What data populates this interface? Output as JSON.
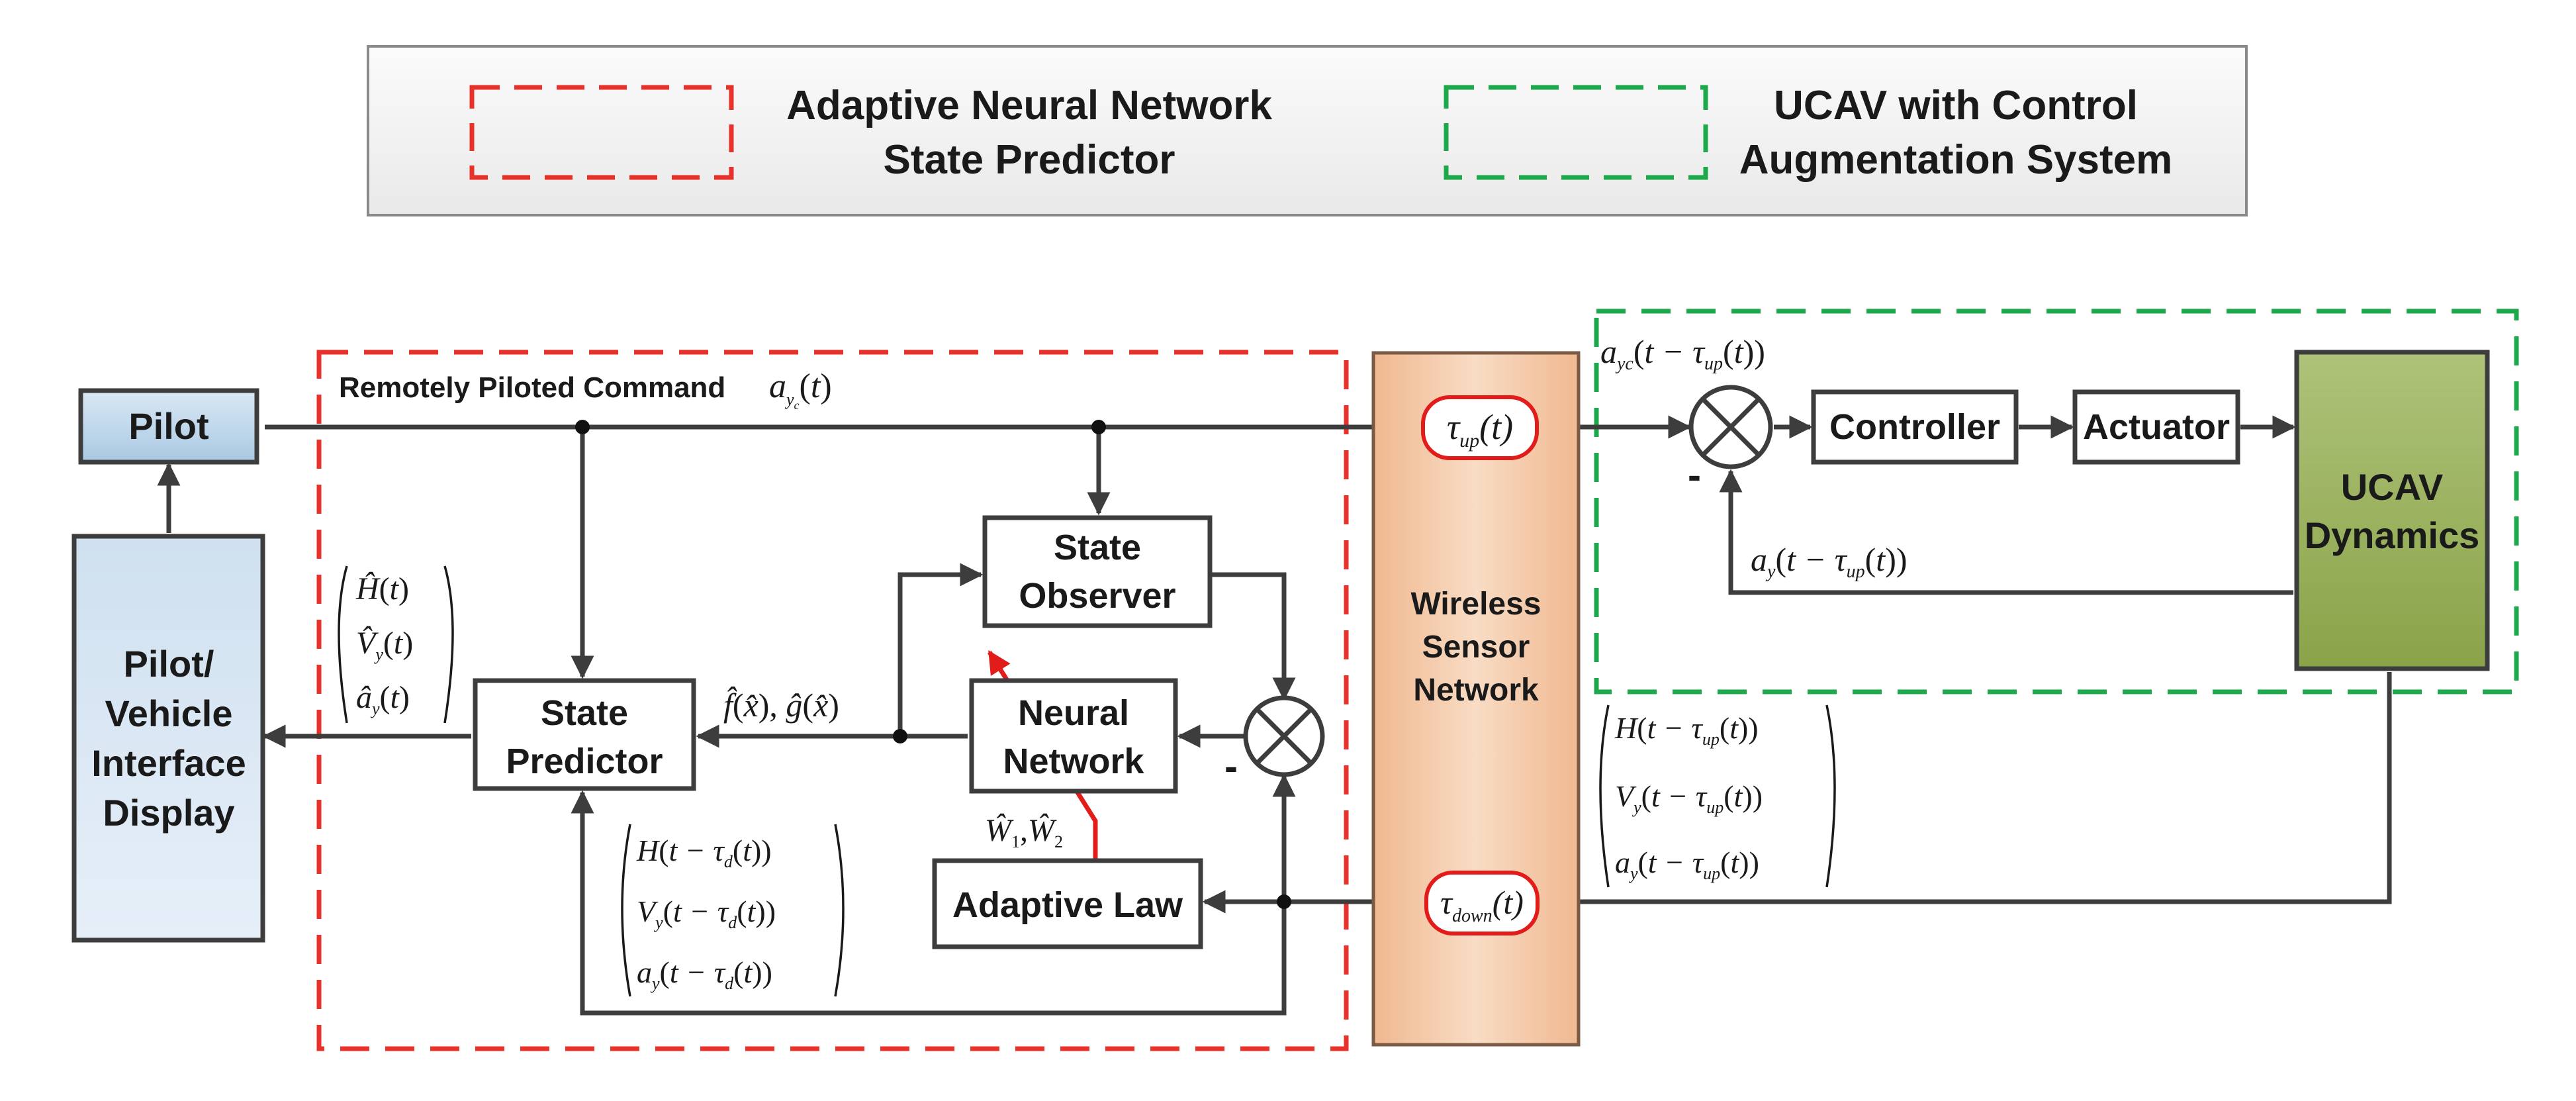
{
  "legend": {
    "red_label_line1": "Adaptive Neural Network",
    "red_label_line2": "State Predictor",
    "green_label_line1": "UCAV with Control",
    "green_label_line2": "Augmentation System"
  },
  "blocks": {
    "pilot": "Pilot",
    "display_line1": "Pilot/",
    "display_line2": "Vehicle",
    "display_line3": "Interface",
    "display_line4": "Display",
    "state_predictor_line1": "State",
    "state_predictor_line2": "Predictor",
    "state_observer_line1": "State",
    "state_observer_line2": "Observer",
    "neural_network_line1": "Neural",
    "neural_network_line2": "Network",
    "adaptive_law": "Adaptive Law",
    "wsn_line1": "Wireless",
    "wsn_line2": "Sensor",
    "wsn_line3": "Network",
    "controller": "Controller",
    "actuator": "Actuator",
    "ucav_line1": "UCAV",
    "ucav_line2": "Dynamics"
  },
  "labels": {
    "remote_command": "Remotely Piloted Command",
    "minus": "-"
  },
  "colors": {
    "red_dashed": "#e8312a",
    "green_dashed": "#1ea84c",
    "pilot_fill": "#b9d3e8",
    "wsn_fill": "#f4c9a6",
    "ucav_fill": "#9fb563",
    "delay_border": "#e21b1b",
    "wire": "#3d3d3d",
    "red_arrow": "#e21b1b"
  }
}
